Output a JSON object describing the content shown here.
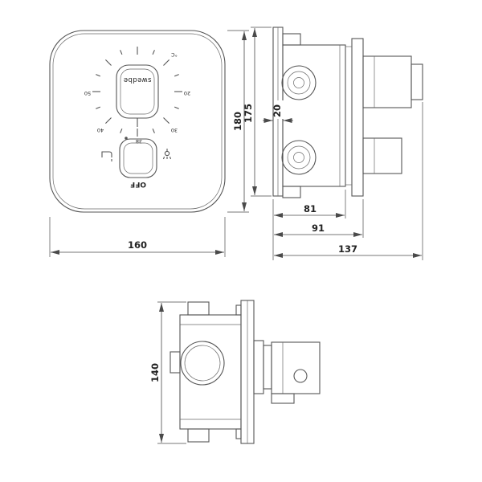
{
  "drawing": {
    "front_view": {
      "brand_label": "swedbe",
      "off_label": "OFF",
      "dial": {
        "unit_label": "°C",
        "tick_labels": [
          "20",
          "30",
          "38",
          "40",
          "50"
        ]
      },
      "width_dim": "160",
      "height_dim": "180"
    },
    "side_view": {
      "height_dim": "175",
      "plate_thickness_dim": "20",
      "depth_dim_body": "81",
      "depth_dim_box": "91",
      "depth_dim_total": "137"
    },
    "top_view": {
      "height_dim": "140"
    },
    "colors": {
      "line": "#555555",
      "text": "#222222",
      "background": "#ffffff"
    }
  }
}
